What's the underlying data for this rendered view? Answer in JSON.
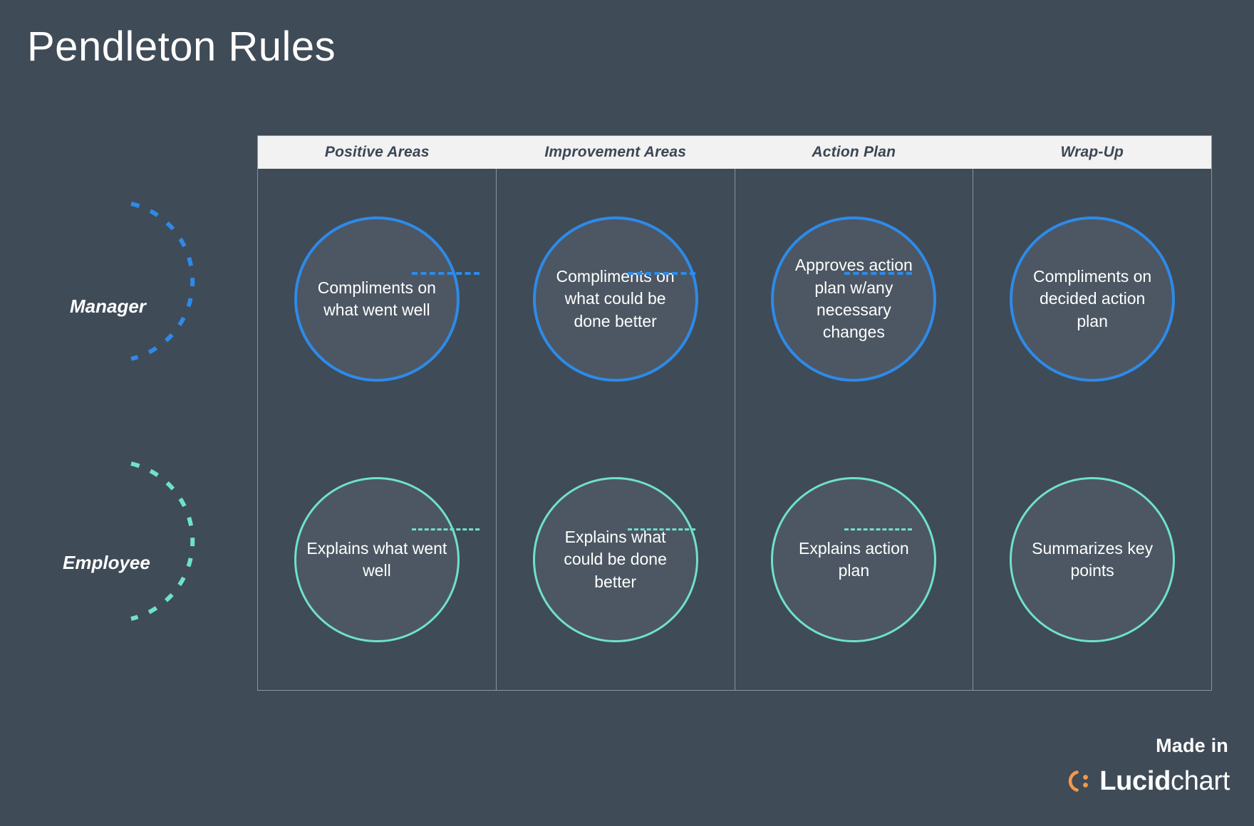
{
  "page": {
    "title": "Pendleton Rules",
    "background_color": "#3f4b57"
  },
  "colors": {
    "background": "#3f4b57",
    "header_background": "#f2f2f2",
    "header_text": "#3c4754",
    "grid_line": "#8c949c",
    "node_fill": "#4c5763",
    "manager_accent": "#2e8ae8",
    "employee_accent": "#6fe1cb",
    "text": "#ffffff",
    "lucid_orange": "#f2994a"
  },
  "matrix": {
    "columns": [
      {
        "label": "Positive Areas"
      },
      {
        "label": "Improvement Areas"
      },
      {
        "label": "Action Plan"
      },
      {
        "label": "Wrap-Up"
      }
    ],
    "rows": [
      {
        "label": "Manager",
        "accent": "#2e8ae8",
        "cells": [
          "Compliments on what went well",
          "Compliments on what could be done better",
          "Approves action plan w/any necessary changes",
          "Compliments on decided action plan"
        ]
      },
      {
        "label": "Employee",
        "accent": "#6fe1cb",
        "cells": [
          "Explains what went well",
          "Explains what could be done better",
          "Explains action plan",
          "Summarizes key points"
        ]
      }
    ]
  },
  "footer": {
    "made_in": "Made in",
    "brand_bold": "Lucid",
    "brand_thin": "chart"
  }
}
